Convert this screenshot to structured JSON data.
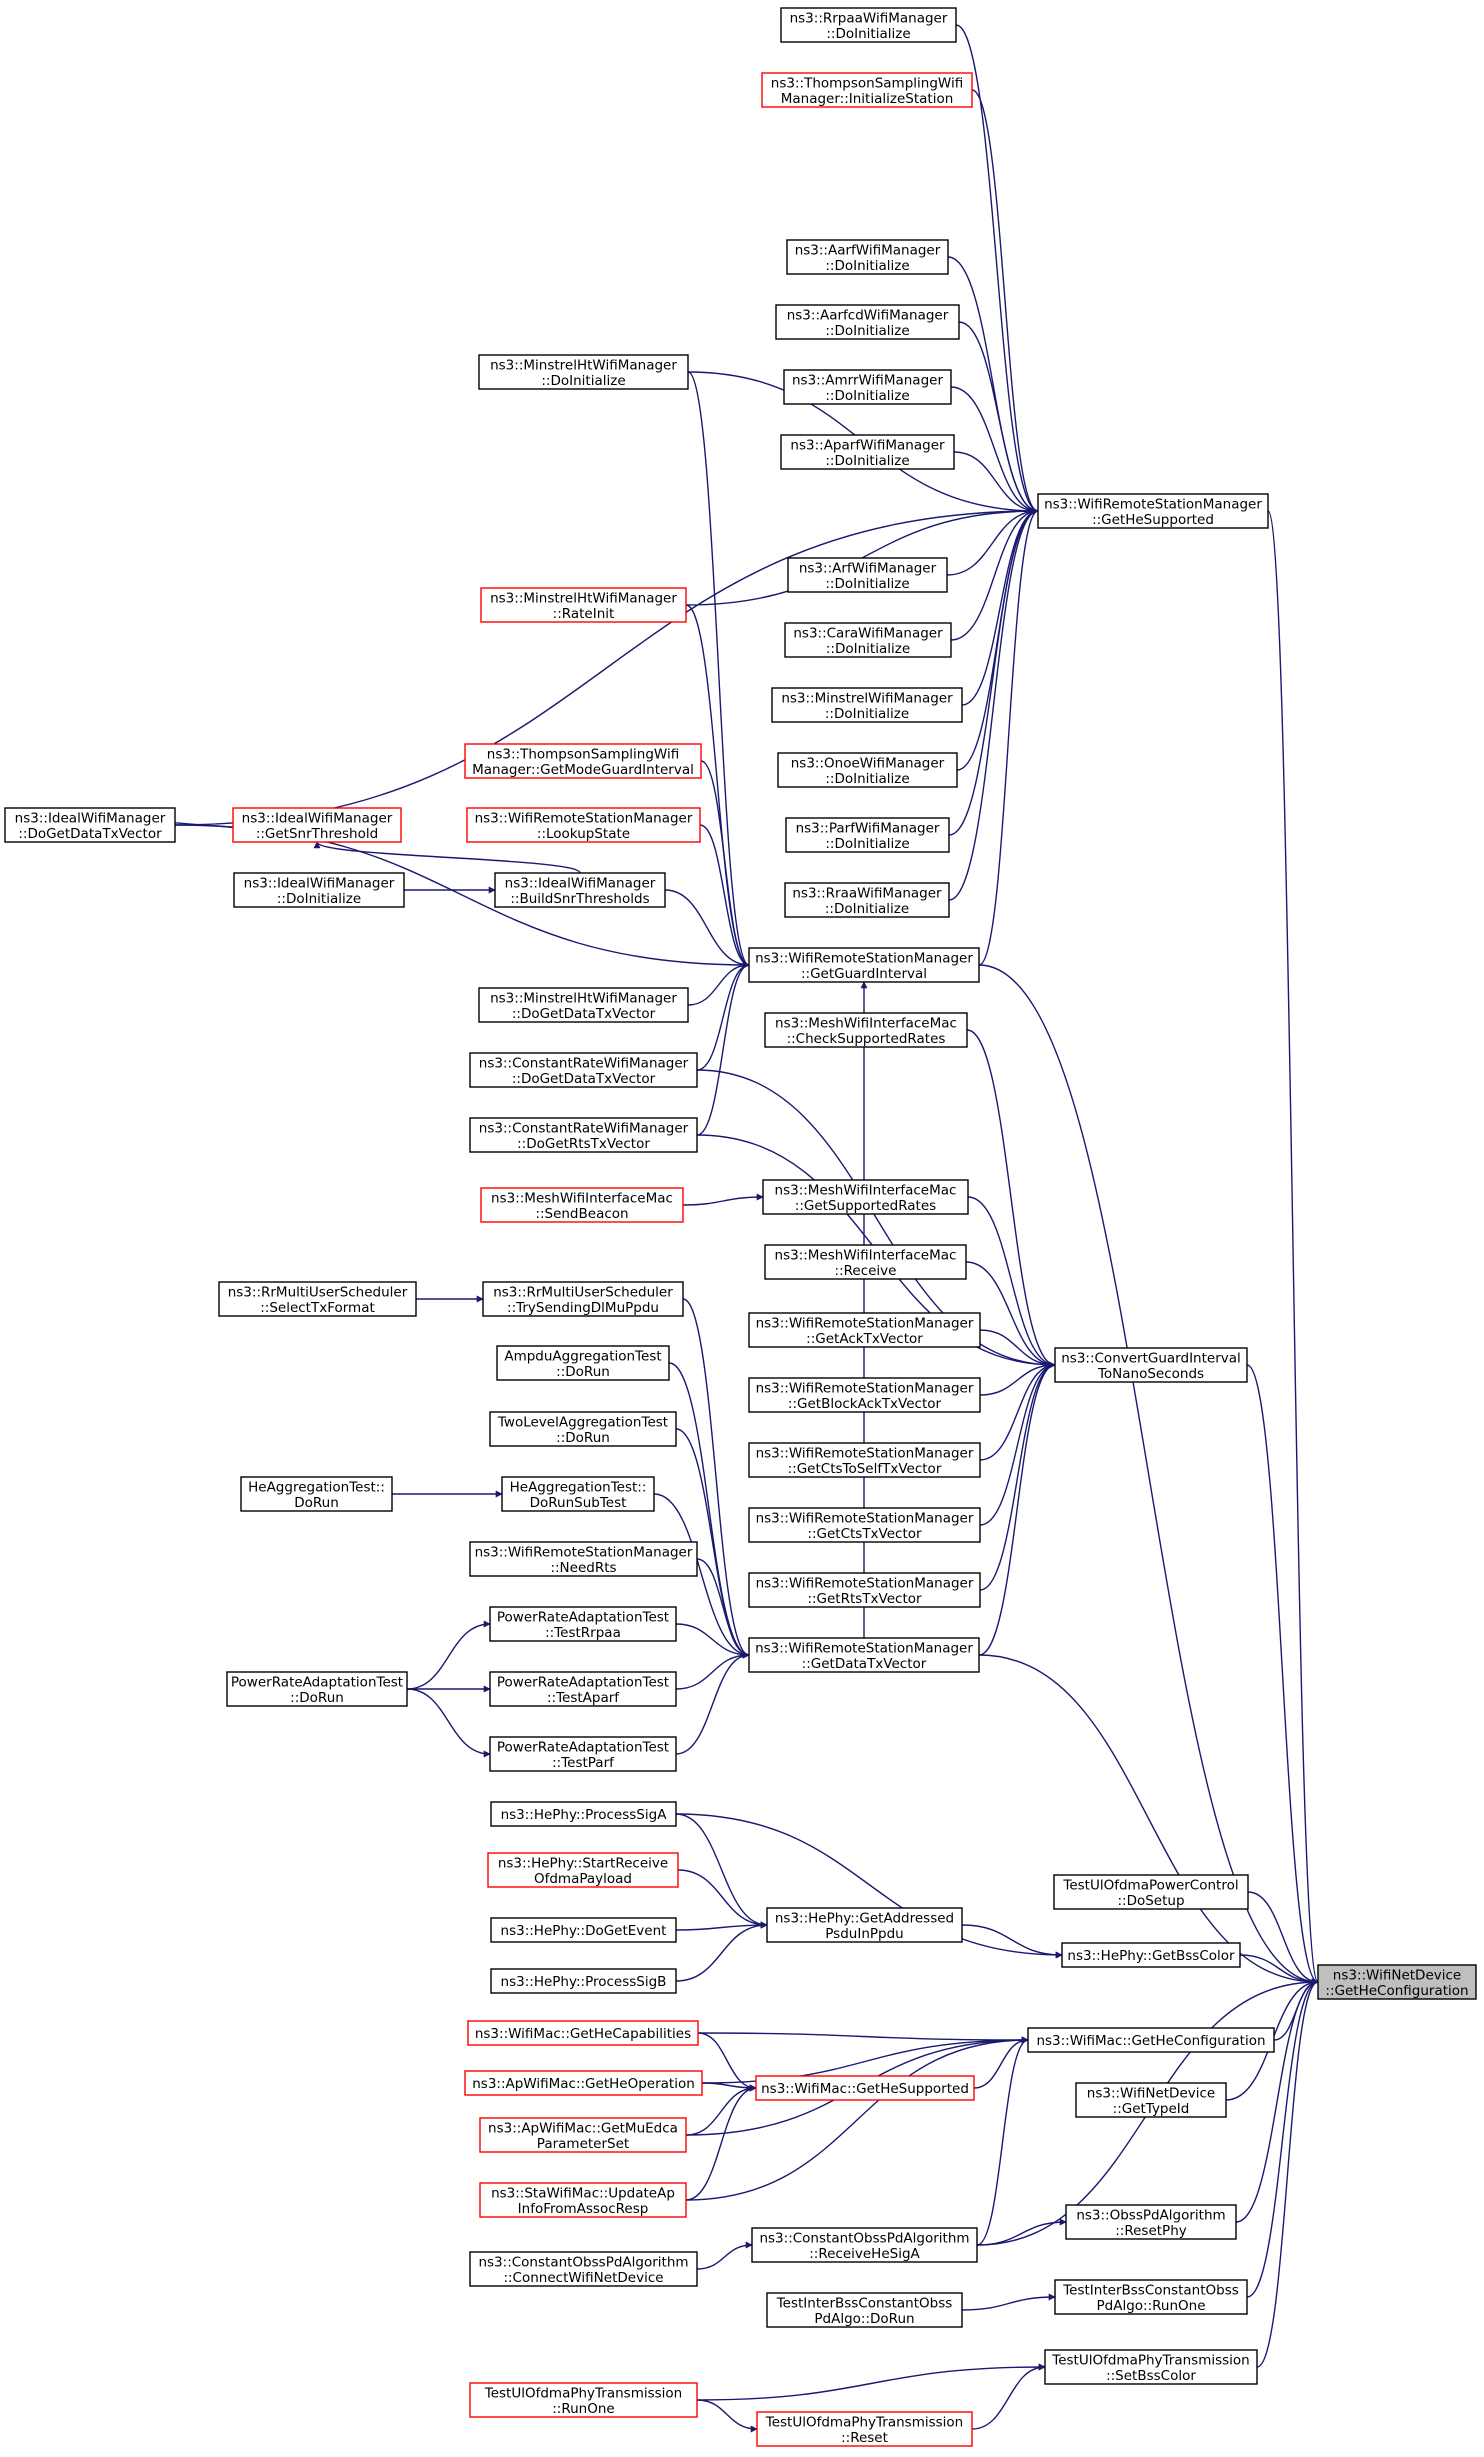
{
  "colors": {
    "edge": "#191970",
    "border_normal": "#000000",
    "border_truncated": "#ff0000",
    "root_fill": "#bfbfbf"
  },
  "nodes": [
    {
      "id": "n1",
      "lines": [
        "ns3::RrpaaWifiManager",
        "::DoInitialize"
      ],
      "style": "normal"
    },
    {
      "id": "n2",
      "lines": [
        "ns3::ThompsonSamplingWifi",
        "Manager::InitializeStation"
      ],
      "style": "truncated"
    },
    {
      "id": "n3",
      "lines": [
        "ns3::AarfWifiManager",
        "::DoInitialize"
      ],
      "style": "normal"
    },
    {
      "id": "n4",
      "lines": [
        "ns3::AarfcdWifiManager",
        "::DoInitialize"
      ],
      "style": "normal"
    },
    {
      "id": "n5",
      "lines": [
        "ns3::MinstrelHtWifiManager",
        "::DoInitialize"
      ],
      "style": "normal"
    },
    {
      "id": "n6",
      "lines": [
        "ns3::AmrrWifiManager",
        "::DoInitialize"
      ],
      "style": "normal"
    },
    {
      "id": "n7",
      "lines": [
        "ns3::AparfWifiManager",
        "::DoInitialize"
      ],
      "style": "normal"
    },
    {
      "id": "n8",
      "lines": [
        "ns3::WifiRemoteStationManager",
        "::GetHeSupported"
      ],
      "style": "normal"
    },
    {
      "id": "n9",
      "lines": [
        "ns3::ArfWifiManager",
        "::DoInitialize"
      ],
      "style": "normal"
    },
    {
      "id": "n10",
      "lines": [
        "ns3::MinstrelHtWifiManager",
        "::RateInit"
      ],
      "style": "truncated"
    },
    {
      "id": "n11",
      "lines": [
        "ns3::CaraWifiManager",
        "::DoInitialize"
      ],
      "style": "normal"
    },
    {
      "id": "n12",
      "lines": [
        "ns3::MinstrelWifiManager",
        "::DoInitialize"
      ],
      "style": "normal"
    },
    {
      "id": "n13",
      "lines": [
        "ns3::OnoeWifiManager",
        "::DoInitialize"
      ],
      "style": "normal"
    },
    {
      "id": "n14",
      "lines": [
        "ns3::ThompsonSamplingWifi",
        "Manager::GetModeGuardInterval"
      ],
      "style": "truncated"
    },
    {
      "id": "n15",
      "lines": [
        "ns3::IdealWifiManager",
        "::DoGetDataTxVector"
      ],
      "style": "normal"
    },
    {
      "id": "n16",
      "lines": [
        "ns3::IdealWifiManager",
        "::GetSnrThreshold"
      ],
      "style": "truncated"
    },
    {
      "id": "n17",
      "lines": [
        "ns3::WifiRemoteStationManager",
        "::LookupState"
      ],
      "style": "truncated"
    },
    {
      "id": "n18",
      "lines": [
        "ns3::ParfWifiManager",
        "::DoInitialize"
      ],
      "style": "normal"
    },
    {
      "id": "n19",
      "lines": [
        "ns3::IdealWifiManager",
        "::DoInitialize"
      ],
      "style": "normal"
    },
    {
      "id": "n20",
      "lines": [
        "ns3::IdealWifiManager",
        "::BuildSnrThresholds"
      ],
      "style": "normal"
    },
    {
      "id": "n21",
      "lines": [
        "ns3::RraaWifiManager",
        "::DoInitialize"
      ],
      "style": "normal"
    },
    {
      "id": "n22",
      "lines": [
        "ns3::WifiRemoteStationManager",
        "::GetGuardInterval"
      ],
      "style": "normal"
    },
    {
      "id": "n23",
      "lines": [
        "ns3::MinstrelHtWifiManager",
        "::DoGetDataTxVector"
      ],
      "style": "normal"
    },
    {
      "id": "n24",
      "lines": [
        "ns3::MeshWifiInterfaceMac",
        "::CheckSupportedRates"
      ],
      "style": "normal"
    },
    {
      "id": "n25",
      "lines": [
        "ns3::ConstantRateWifiManager",
        "::DoGetDataTxVector"
      ],
      "style": "normal"
    },
    {
      "id": "n26",
      "lines": [
        "ns3::ConstantRateWifiManager",
        "::DoGetRtsTxVector"
      ],
      "style": "normal"
    },
    {
      "id": "n27",
      "lines": [
        "ns3::MeshWifiInterfaceMac",
        "::SendBeacon"
      ],
      "style": "truncated"
    },
    {
      "id": "n28",
      "lines": [
        "ns3::MeshWifiInterfaceMac",
        "::GetSupportedRates"
      ],
      "style": "normal"
    },
    {
      "id": "n29",
      "lines": [
        "ns3::MeshWifiInterfaceMac",
        "::Receive"
      ],
      "style": "normal"
    },
    {
      "id": "n30",
      "lines": [
        "ns3::RrMultiUserScheduler",
        "::SelectTxFormat"
      ],
      "style": "normal"
    },
    {
      "id": "n31",
      "lines": [
        "ns3::RrMultiUserScheduler",
        "::TrySendingDlMuPpdu"
      ],
      "style": "normal"
    },
    {
      "id": "n32",
      "lines": [
        "ns3::WifiRemoteStationManager",
        "::GetAckTxVector"
      ],
      "style": "normal"
    },
    {
      "id": "n33",
      "lines": [
        "ns3::ConvertGuardInterval",
        "ToNanoSeconds"
      ],
      "style": "normal"
    },
    {
      "id": "n34",
      "lines": [
        "AmpduAggregationTest",
        "::DoRun"
      ],
      "style": "normal"
    },
    {
      "id": "n35",
      "lines": [
        "ns3::WifiRemoteStationManager",
        "::GetBlockAckTxVector"
      ],
      "style": "normal"
    },
    {
      "id": "n36",
      "lines": [
        "TwoLevelAggregationTest",
        "::DoRun"
      ],
      "style": "normal"
    },
    {
      "id": "n37",
      "lines": [
        "ns3::WifiRemoteStationManager",
        "::GetCtsToSelfTxVector"
      ],
      "style": "normal"
    },
    {
      "id": "n38",
      "lines": [
        "HeAggregationTest::",
        "DoRun"
      ],
      "style": "normal"
    },
    {
      "id": "n39",
      "lines": [
        "HeAggregationTest::",
        "DoRunSubTest"
      ],
      "style": "normal"
    },
    {
      "id": "n40",
      "lines": [
        "ns3::WifiRemoteStationManager",
        "::GetCtsTxVector"
      ],
      "style": "normal"
    },
    {
      "id": "n41",
      "lines": [
        "ns3::WifiRemoteStationManager",
        "::NeedRts"
      ],
      "style": "normal"
    },
    {
      "id": "n42",
      "lines": [
        "ns3::WifiRemoteStationManager",
        "::GetRtsTxVector"
      ],
      "style": "normal"
    },
    {
      "id": "n43",
      "lines": [
        "PowerRateAdaptationTest",
        "::TestRrpaa"
      ],
      "style": "normal"
    },
    {
      "id": "n44",
      "lines": [
        "ns3::WifiRemoteStationManager",
        "::GetDataTxVector"
      ],
      "style": "normal"
    },
    {
      "id": "n45",
      "lines": [
        "PowerRateAdaptationTest",
        "::DoRun"
      ],
      "style": "normal"
    },
    {
      "id": "n46",
      "lines": [
        "PowerRateAdaptationTest",
        "::TestAparf"
      ],
      "style": "normal"
    },
    {
      "id": "n47",
      "lines": [
        "PowerRateAdaptationTest",
        "::TestParf"
      ],
      "style": "normal"
    },
    {
      "id": "n48",
      "lines": [
        "ns3::HePhy::ProcessSigA"
      ],
      "style": "normal"
    },
    {
      "id": "n49",
      "lines": [
        "ns3::HePhy::StartReceive",
        "OfdmaPayload"
      ],
      "style": "truncated"
    },
    {
      "id": "n50",
      "lines": [
        "TestUlOfdmaPowerControl",
        "::DoSetup"
      ],
      "style": "normal"
    },
    {
      "id": "n51",
      "lines": [
        "ns3::HePhy::GetAddressed",
        "PsduInPpdu"
      ],
      "style": "normal"
    },
    {
      "id": "n52",
      "lines": [
        "ns3::HePhy::DoGetEvent"
      ],
      "style": "normal"
    },
    {
      "id": "n53",
      "lines": [
        "ns3::HePhy::GetBssColor"
      ],
      "style": "normal"
    },
    {
      "id": "n54",
      "lines": [
        "ns3::WifiNetDevice",
        "::GetHeConfiguration"
      ],
      "style": "root"
    },
    {
      "id": "n55",
      "lines": [
        "ns3::HePhy::ProcessSigB"
      ],
      "style": "normal"
    },
    {
      "id": "n56",
      "lines": [
        "ns3::WifiMac::GetHeCapabilities"
      ],
      "style": "truncated"
    },
    {
      "id": "n57",
      "lines": [
        "ns3::WifiMac::GetHeConfiguration"
      ],
      "style": "normal"
    },
    {
      "id": "n58",
      "lines": [
        "ns3::ApWifiMac::GetHeOperation"
      ],
      "style": "truncated"
    },
    {
      "id": "n59",
      "lines": [
        "ns3::WifiMac::GetHeSupported"
      ],
      "style": "truncated"
    },
    {
      "id": "n60",
      "lines": [
        "ns3::WifiNetDevice",
        "::GetTypeId"
      ],
      "style": "normal"
    },
    {
      "id": "n61",
      "lines": [
        "ns3::ApWifiMac::GetMuEdca",
        "ParameterSet"
      ],
      "style": "truncated"
    },
    {
      "id": "n62",
      "lines": [
        "ns3::StaWifiMac::UpdateAp",
        "InfoFromAssocResp"
      ],
      "style": "truncated"
    },
    {
      "id": "n63",
      "lines": [
        "ns3::ObssPdAlgorithm",
        "::ResetPhy"
      ],
      "style": "normal"
    },
    {
      "id": "n64",
      "lines": [
        "ns3::ConstantObssPdAlgorithm",
        "::ReceiveHeSigA"
      ],
      "style": "normal"
    },
    {
      "id": "n65",
      "lines": [
        "ns3::ConstantObssPdAlgorithm",
        "::ConnectWifiNetDevice"
      ],
      "style": "normal"
    },
    {
      "id": "n66",
      "lines": [
        "TestInterBssConstantObss",
        "PdAlgo::RunOne"
      ],
      "style": "normal"
    },
    {
      "id": "n67",
      "lines": [
        "TestInterBssConstantObss",
        "PdAlgo::DoRun"
      ],
      "style": "normal"
    },
    {
      "id": "n68",
      "lines": [
        "TestUlOfdmaPhyTransmission",
        "::SetBssColor"
      ],
      "style": "normal"
    },
    {
      "id": "n69",
      "lines": [
        "TestUlOfdmaPhyTransmission",
        "::RunOne"
      ],
      "style": "truncated"
    },
    {
      "id": "n70",
      "lines": [
        "TestUlOfdmaPhyTransmission",
        "::Reset"
      ],
      "style": "truncated"
    }
  ],
  "edges": [
    [
      "n1",
      "n8"
    ],
    [
      "n2",
      "n8"
    ],
    [
      "n3",
      "n8"
    ],
    [
      "n4",
      "n8"
    ],
    [
      "n6",
      "n8"
    ],
    [
      "n7",
      "n8"
    ],
    [
      "n9",
      "n8"
    ],
    [
      "n11",
      "n8"
    ],
    [
      "n12",
      "n8"
    ],
    [
      "n13",
      "n8"
    ],
    [
      "n18",
      "n8"
    ],
    [
      "n21",
      "n8"
    ],
    [
      "n15",
      "n8"
    ],
    [
      "n5",
      "n8"
    ],
    [
      "n10",
      "n8"
    ],
    [
      "n22",
      "n8"
    ],
    [
      "n5",
      "n22"
    ],
    [
      "n10",
      "n22"
    ],
    [
      "n14",
      "n22"
    ],
    [
      "n17",
      "n22"
    ],
    [
      "n20",
      "n22"
    ],
    [
      "n15",
      "n22"
    ],
    [
      "n23",
      "n22"
    ],
    [
      "n25",
      "n22"
    ],
    [
      "n26",
      "n22"
    ],
    [
      "n44",
      "n22"
    ],
    [
      "n16",
      "n15"
    ],
    [
      "n20",
      "n16"
    ],
    [
      "n19",
      "n20"
    ],
    [
      "n24",
      "n33"
    ],
    [
      "n28",
      "n33"
    ],
    [
      "n29",
      "n33"
    ],
    [
      "n32",
      "n33"
    ],
    [
      "n35",
      "n33"
    ],
    [
      "n37",
      "n33"
    ],
    [
      "n40",
      "n33"
    ],
    [
      "n42",
      "n33"
    ],
    [
      "n44",
      "n33"
    ],
    [
      "n25",
      "n33"
    ],
    [
      "n26",
      "n33"
    ],
    [
      "n27",
      "n28"
    ],
    [
      "n30",
      "n31"
    ],
    [
      "n38",
      "n39"
    ],
    [
      "n31",
      "n44"
    ],
    [
      "n34",
      "n44"
    ],
    [
      "n36",
      "n44"
    ],
    [
      "n39",
      "n44"
    ],
    [
      "n41",
      "n44"
    ],
    [
      "n43",
      "n44"
    ],
    [
      "n46",
      "n44"
    ],
    [
      "n47",
      "n44"
    ],
    [
      "n45",
      "n43"
    ],
    [
      "n45",
      "n46"
    ],
    [
      "n45",
      "n47"
    ],
    [
      "n48",
      "n51"
    ],
    [
      "n49",
      "n51"
    ],
    [
      "n52",
      "n51"
    ],
    [
      "n55",
      "n51"
    ],
    [
      "n51",
      "n53"
    ],
    [
      "n48",
      "n53"
    ],
    [
      "n8",
      "n54"
    ],
    [
      "n22",
      "n54"
    ],
    [
      "n33",
      "n54"
    ],
    [
      "n44",
      "n54"
    ],
    [
      "n50",
      "n54"
    ],
    [
      "n53",
      "n54"
    ],
    [
      "n57",
      "n54"
    ],
    [
      "n60",
      "n54"
    ],
    [
      "n63",
      "n54"
    ],
    [
      "n64",
      "n54"
    ],
    [
      "n66",
      "n54"
    ],
    [
      "n68",
      "n54"
    ],
    [
      "n56",
      "n57"
    ],
    [
      "n58",
      "n57"
    ],
    [
      "n59",
      "n57"
    ],
    [
      "n61",
      "n57"
    ],
    [
      "n62",
      "n57"
    ],
    [
      "n64",
      "n57"
    ],
    [
      "n56",
      "n59"
    ],
    [
      "n58",
      "n59"
    ],
    [
      "n61",
      "n59"
    ],
    [
      "n62",
      "n59"
    ],
    [
      "n64",
      "n63"
    ],
    [
      "n65",
      "n64"
    ],
    [
      "n67",
      "n66"
    ],
    [
      "n69",
      "n68"
    ],
    [
      "n70",
      "n68"
    ],
    [
      "n69",
      "n70"
    ]
  ]
}
